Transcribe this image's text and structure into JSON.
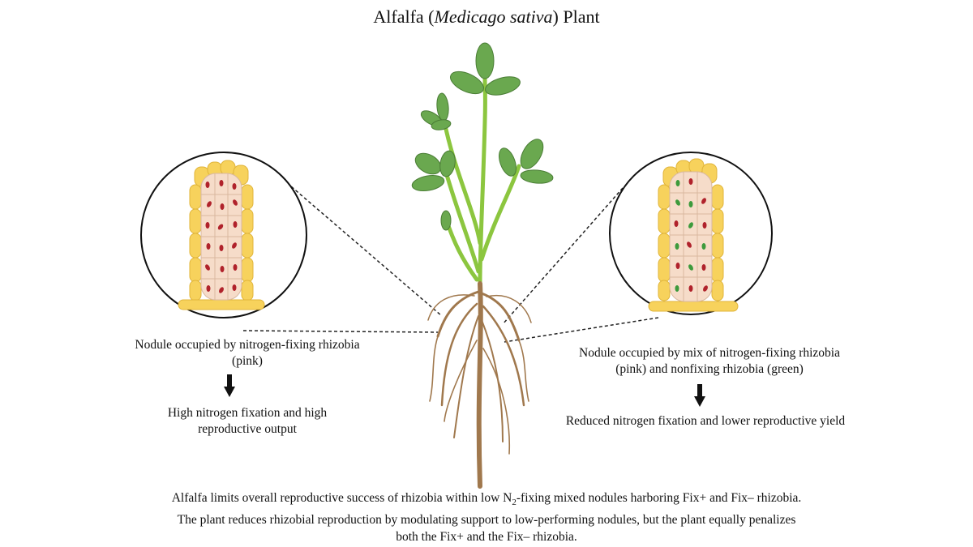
{
  "title": {
    "prefix": "Alfalfa (",
    "species": "Medicago sativa",
    "suffix": ") Plant"
  },
  "left_panel": {
    "label": "Nodule occupied by nitrogen-fixing rhizobia (pink)",
    "outcome": "High nitrogen fixation and high reproductive output"
  },
  "right_panel": {
    "label": "Nodule occupied by mix of nitrogen-fixing rhizobia (pink) and nonfixing rhizobia (green)",
    "outcome": "Reduced nitrogen fixation and lower reproductive yield"
  },
  "caption": {
    "line1_a": "Alfalfa limits overall reproductive success of rhizobia within low N",
    "line1_sub": "2",
    "line1_b": "-fixing mixed nodules harboring Fix+ and Fix– rhizobia.",
    "line2": "The plant reduces rhizobial reproduction by modulating support to low-performing nodules, but the plant equally penalizes",
    "line3": "both the Fix+ and the Fix– rhizobia."
  },
  "colors": {
    "cortex_yellow": "#f7d25c",
    "cell_fill": "#f6dcc9",
    "fixing_rhizobia_pink": "#b0222b",
    "nonfixing_rhizobia_green": "#3d9a3c",
    "leaf_green": "#6aa84f",
    "stem_green": "#8cc63f",
    "root_brown": "#a0784d"
  }
}
